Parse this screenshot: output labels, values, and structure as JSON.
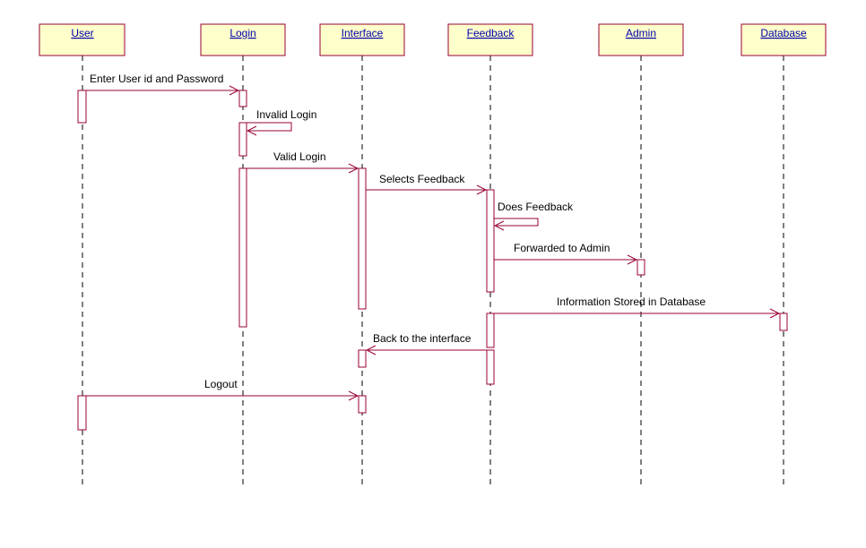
{
  "diagram": {
    "colors": {
      "box_fill": "#ffffcc",
      "border": "#990033",
      "label": "#0000aa",
      "line": "#000000"
    },
    "lifelines": [
      {
        "label": "User"
      },
      {
        "label": "Login"
      },
      {
        "label": "Interface"
      },
      {
        "label": "Feedback"
      },
      {
        "label": "Admin"
      },
      {
        "label": "Database"
      }
    ],
    "messages": [
      {
        "label": "Enter User id and Password",
        "from": "User",
        "to": "Login"
      },
      {
        "label": "Invalid Login",
        "from": "Login",
        "to": "Login"
      },
      {
        "label": "Valid Login",
        "from": "Login",
        "to": "Interface"
      },
      {
        "label": "Selects Feedback",
        "from": "Interface",
        "to": "Feedback"
      },
      {
        "label": "Does Feedback",
        "from": "Feedback",
        "to": "Feedback"
      },
      {
        "label": "Forwarded to Admin",
        "from": "Feedback",
        "to": "Admin"
      },
      {
        "label": "Information Stored in Database",
        "from": "Feedback",
        "to": "Database"
      },
      {
        "label": "Back to the interface",
        "from": "Feedback",
        "to": "Interface"
      },
      {
        "label": "Logout",
        "from": "User",
        "to": "Interface"
      }
    ]
  }
}
